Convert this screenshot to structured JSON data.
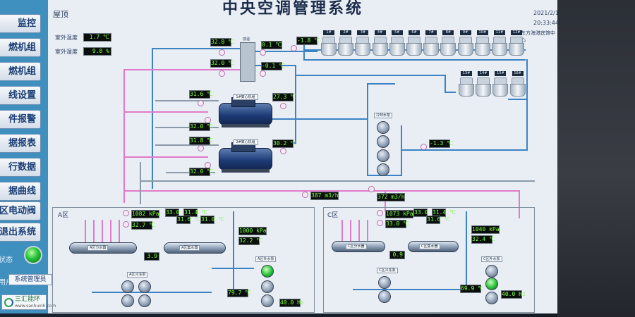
{
  "app": {
    "title": "中央空调管理系统",
    "area": "屋顶"
  },
  "clock": {
    "date": "2021/2/1",
    "time": "20:33:44",
    "site": "东方海港宾馆中心"
  },
  "menu": [
    "监控",
    "燃机组",
    "燃机组",
    "线设置",
    "件报警",
    "据报表",
    "行数据",
    "据曲线",
    "区电动阀",
    "退出系统"
  ],
  "status": {
    "label": "状态",
    "user_label": "用户",
    "user_value": "系统管理员"
  },
  "brand": {
    "name": "三汇能环",
    "url": "www.sanhuinh.com"
  },
  "outdoor": {
    "temp_label": "室外温度",
    "temp_value": "1.7 ℃",
    "hum_label": "室外湿度",
    "hum_value": "9.8 %"
  },
  "manifold": {
    "label": "感温"
  },
  "towers_row1": [
    "1#",
    "2#",
    "3#",
    "4#",
    "5#",
    "6#",
    "7#",
    "8#",
    "9#",
    "10#",
    "11#",
    "12#"
  ],
  "towers_row2": [
    "13#",
    "14#",
    "15#",
    "16#"
  ],
  "chillers": [
    {
      "tag": "1#离心机组",
      "in_temp": "31.6 ℃",
      "out_temp": "32.0 ℃",
      "right_temp": "27.3 ℃"
    },
    {
      "tag": "2#离心机组",
      "in_temp": "31.8 ℃",
      "out_temp": "32.0 ℃",
      "right_temp": "30.2 ℃"
    }
  ],
  "readings": {
    "supply_temp": "32.8 ℃",
    "return_temp": "32.0 ℃",
    "m1": "0.1 ℃",
    "m2": "-0.1 ℃",
    "tower_in": "-1.8 ℃",
    "cw_pump_out": "-1.3 ℃",
    "flow_a": "387 m3/h",
    "flow_c": "372 m3/h"
  },
  "cw_pump_label": "冷却水泵",
  "zone_a": {
    "title": "A区",
    "pressure": "1082 kPa",
    "temp": "32.7 ℃",
    "branch_temps": [
      "33.0 ℃",
      "31.4 ℃",
      "31.6 ℃",
      "31.0 ℃"
    ],
    "right_pressure": "1000 kPa",
    "right_temp": "32.2 ℃",
    "header1": "A区分水器",
    "header2": "A区集水器",
    "mix_value": "3.9",
    "pump_label1": "A区冷冻泵",
    "pump_label2": "A区补水泵",
    "pump_out": "79.7 ℃",
    "pump_freq": "40.0 Hz"
  },
  "zone_c": {
    "title": "C区",
    "pressure": "1073 kPa",
    "temp": "33.0 ℃",
    "branch_temps": [
      "33.0 ℃",
      "31.4 ℃",
      "31.6 ℃"
    ],
    "right_pressure": "1040 kPa",
    "right_temp": "32.4 ℃",
    "header1": "C区分水器",
    "header2": "C区集水器",
    "mix_value": "0.9",
    "pump_label1": "C区冷冻泵",
    "pump_label2": "C区补水泵",
    "pump_out": "69.9 ℃",
    "pump_freq": "40.0 Hz"
  },
  "colors": {
    "supply_pipe": "#3b83c4",
    "return_pipe": "#e17bc9",
    "value_text": "#7dff43",
    "panel": "#3f8fbf"
  }
}
